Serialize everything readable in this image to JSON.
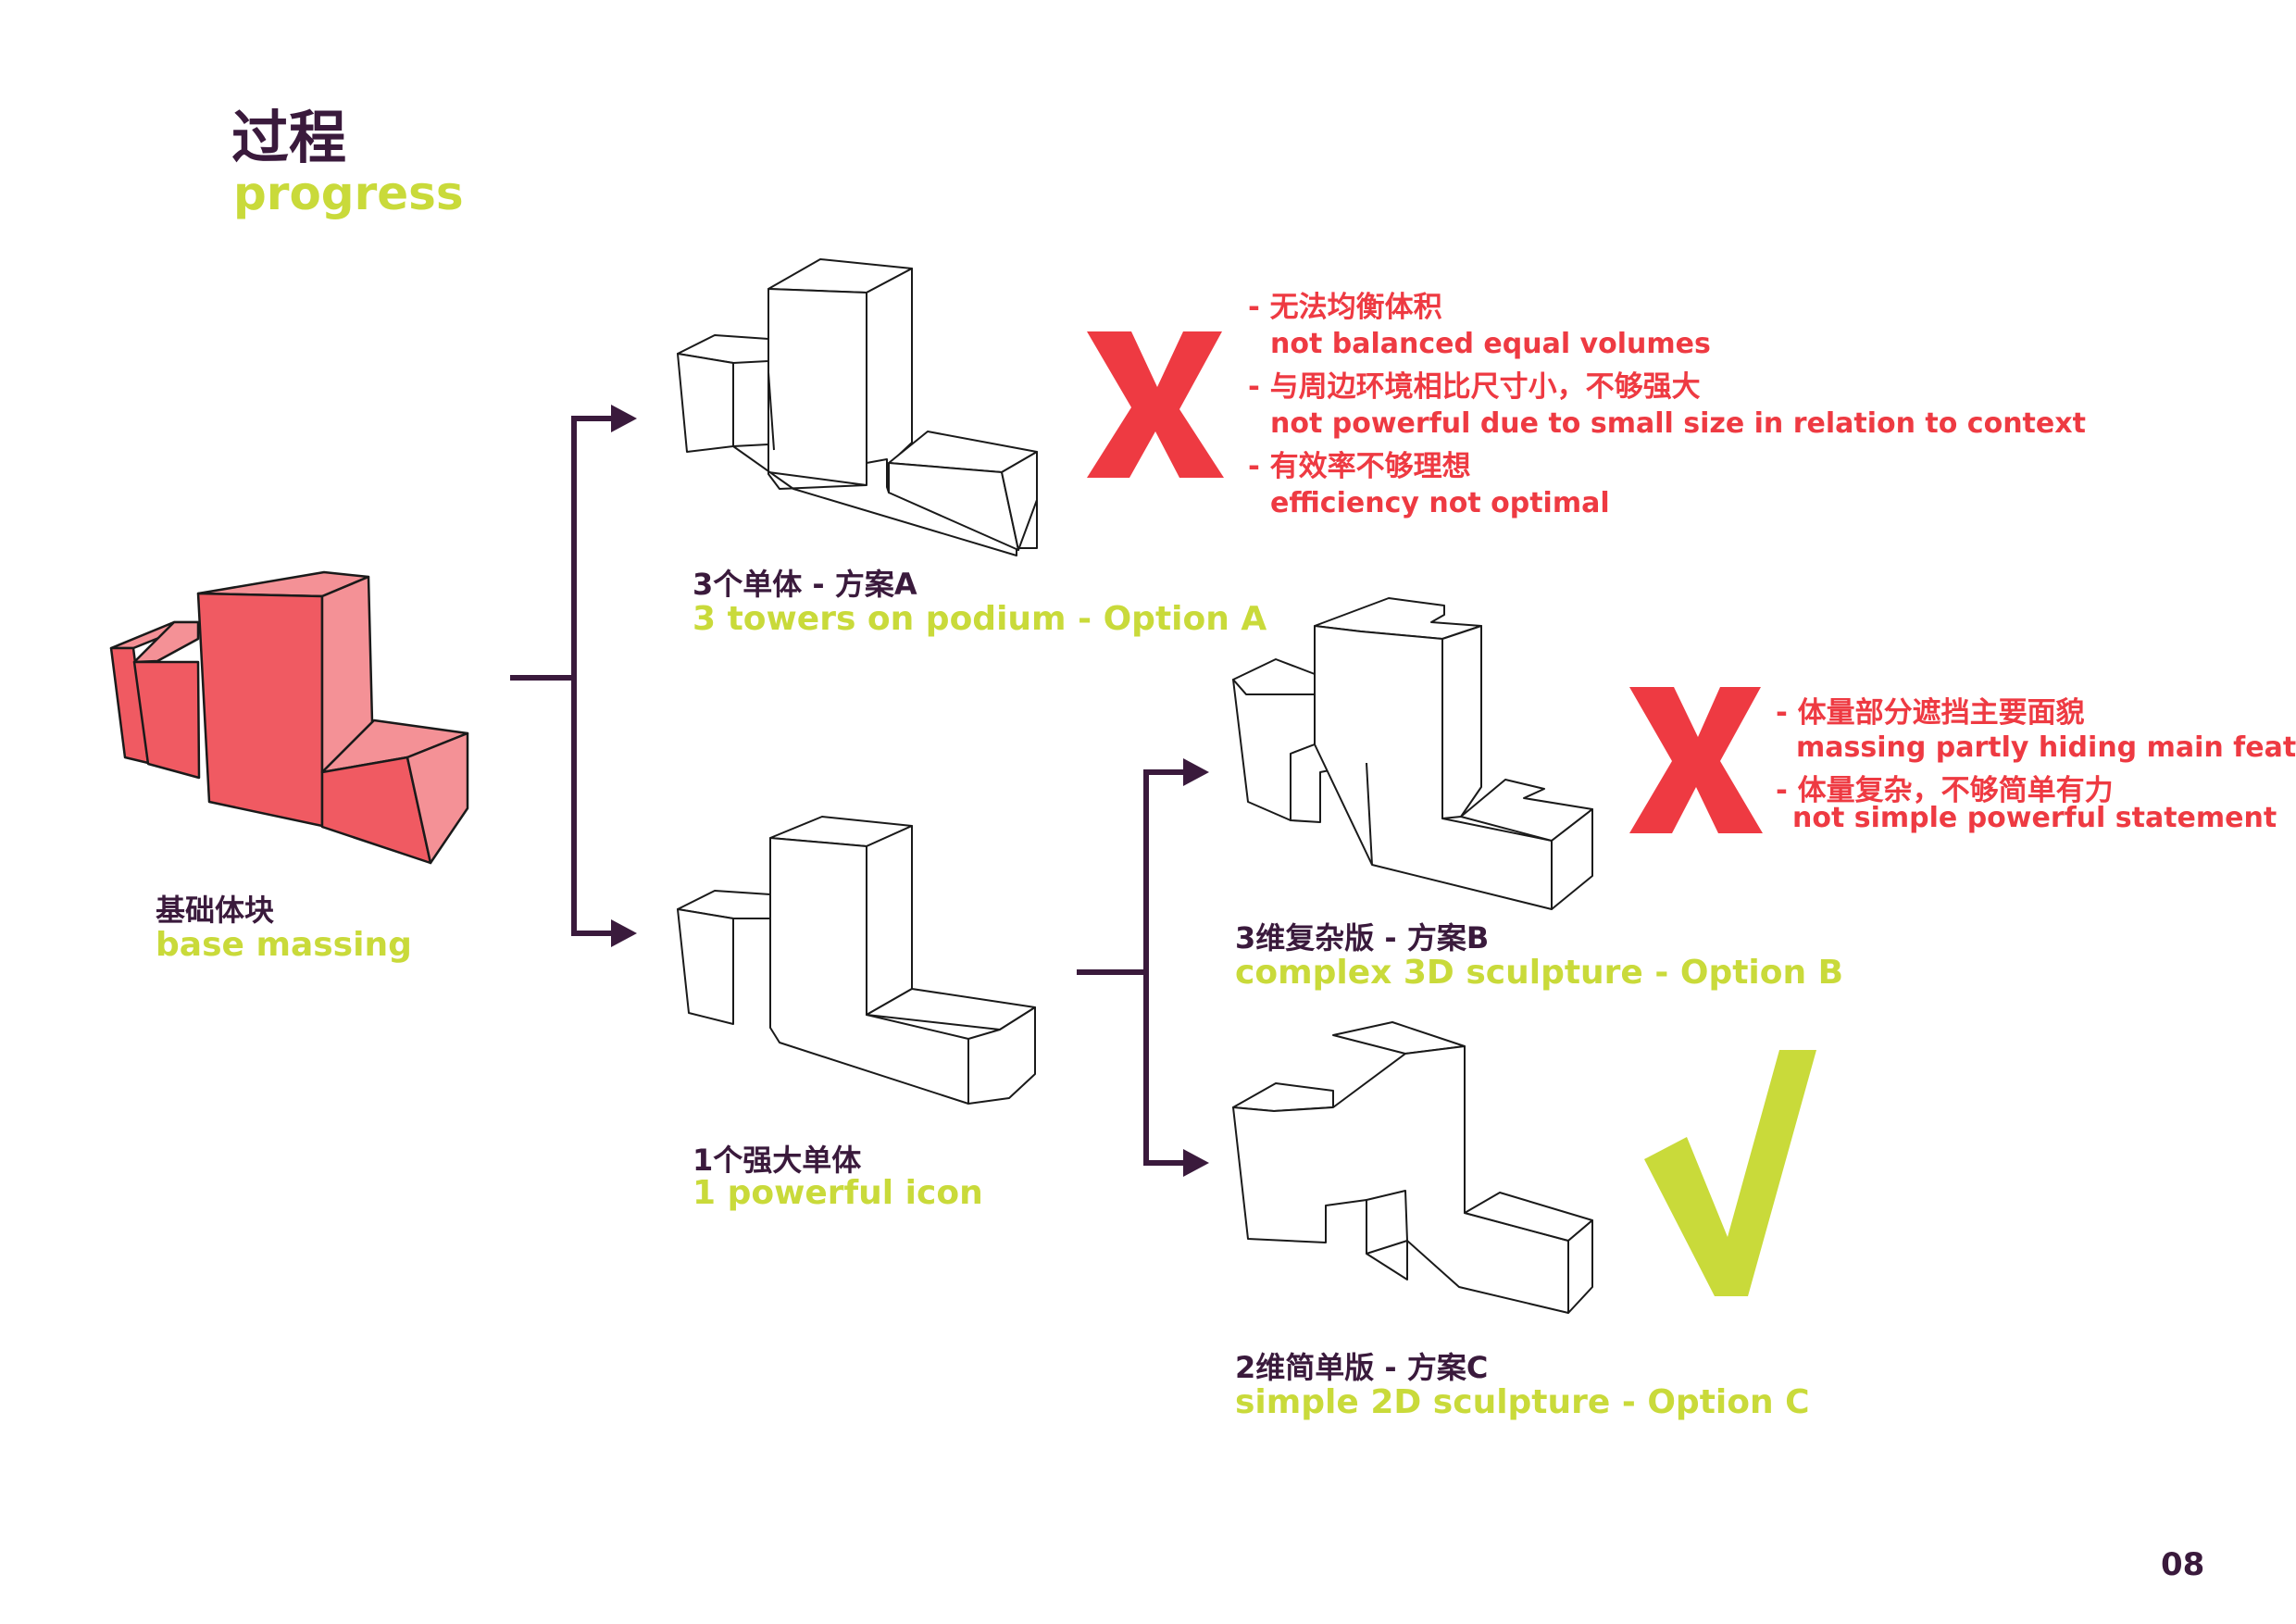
{
  "title": {
    "zh": "过程",
    "en": "progress"
  },
  "page_number": "08",
  "colors": {
    "accent_dark": "#3a1a3c",
    "accent_lime": "#c9da3a",
    "warning_red": "#ee3a42",
    "base_fill": "#f0626a"
  },
  "base": {
    "zh": "基础体块",
    "en": "base massing"
  },
  "option_a": {
    "zh": "3个单体 - 方案A",
    "en": "3 towers on podium - Option A",
    "verdict_icon": "x-mark-icon",
    "notes": [
      {
        "zh": "- 无法均衡体积",
        "en": "not balanced equal volumes"
      },
      {
        "zh": "- 与周边环境相比尺寸小，不够强大",
        "en": "not powerful due to small size in relation to context"
      },
      {
        "zh": "- 有效率不够理想",
        "en": "efficiency not optimal"
      }
    ]
  },
  "icon_option": {
    "zh": "1个强大单体",
    "en": "1 powerful icon"
  },
  "option_b": {
    "zh": "3维复杂版 - 方案B",
    "en": "complex 3D sculpture - Option B",
    "verdict_icon": "x-mark-icon",
    "notes": [
      {
        "zh": "- 体量部分遮挡主要面貌",
        "en": "massing partly hiding main features"
      },
      {
        "zh": "- 体量复杂，不够简单有力",
        "en": "not simple powerful statement"
      }
    ]
  },
  "option_c": {
    "zh": "2维简单版 - 方案C",
    "en": "simple 2D sculpture - Option C",
    "verdict_icon": "check-mark-icon"
  }
}
